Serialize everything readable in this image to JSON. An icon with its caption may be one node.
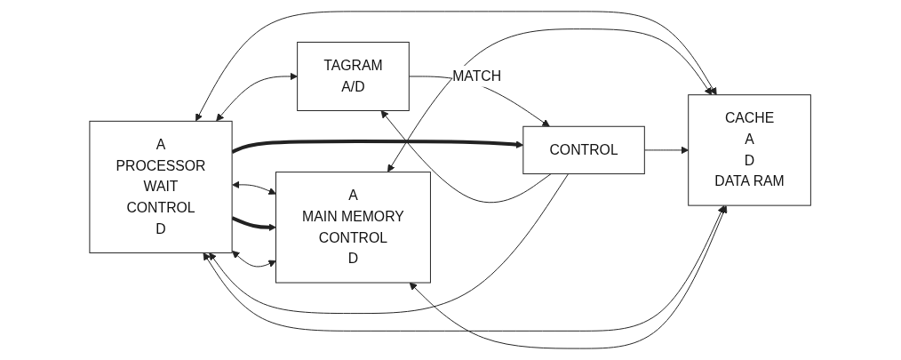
{
  "diagram": {
    "nodes": [
      {
        "text": [
          "A",
          "PROCESSOR",
          "WAIT",
          "CONTROL",
          "D"
        ]
      },
      {
        "text": [
          "TAGRAM",
          "A/D"
        ]
      },
      {
        "text": [
          "CACHE",
          "A",
          "D",
          "DATA RAM"
        ]
      },
      {
        "text": [
          "CONTROL"
        ]
      },
      {
        "text": [
          "A",
          "MAIN MEMORY",
          "CONTROL",
          "D"
        ]
      }
    ],
    "edges": [
      {
        "from": 0,
        "to": 4,
        "arrow": "both"
      },
      {
        "from": 0,
        "to": 1,
        "arrow": "both"
      },
      {
        "from": 0,
        "to": 2,
        "arrow": "both"
      },
      {
        "from": 4,
        "to": 2,
        "arrow": "both"
      },
      {
        "from": 1,
        "to": 3,
        "label": "MATCH",
        "arrow": "to"
      },
      {
        "from": 3,
        "to": 1,
        "arrow": "to"
      },
      {
        "from": 3,
        "to": 2,
        "arrow": "to"
      },
      {
        "from": 3,
        "to": 0,
        "arrow": "to"
      },
      {
        "from": 0,
        "to": 4,
        "arrow": "to",
        "style": "thick"
      },
      {
        "from": 0,
        "to": 3,
        "arrow": "to",
        "style": "thick"
      },
      {
        "from": 2,
        "to": 0,
        "arrow": "both"
      },
      {
        "from": 2,
        "to": 4,
        "arrow": "both"
      },
      {
        "from": 0,
        "to": 4,
        "arrow": "both"
      }
    ]
  }
}
